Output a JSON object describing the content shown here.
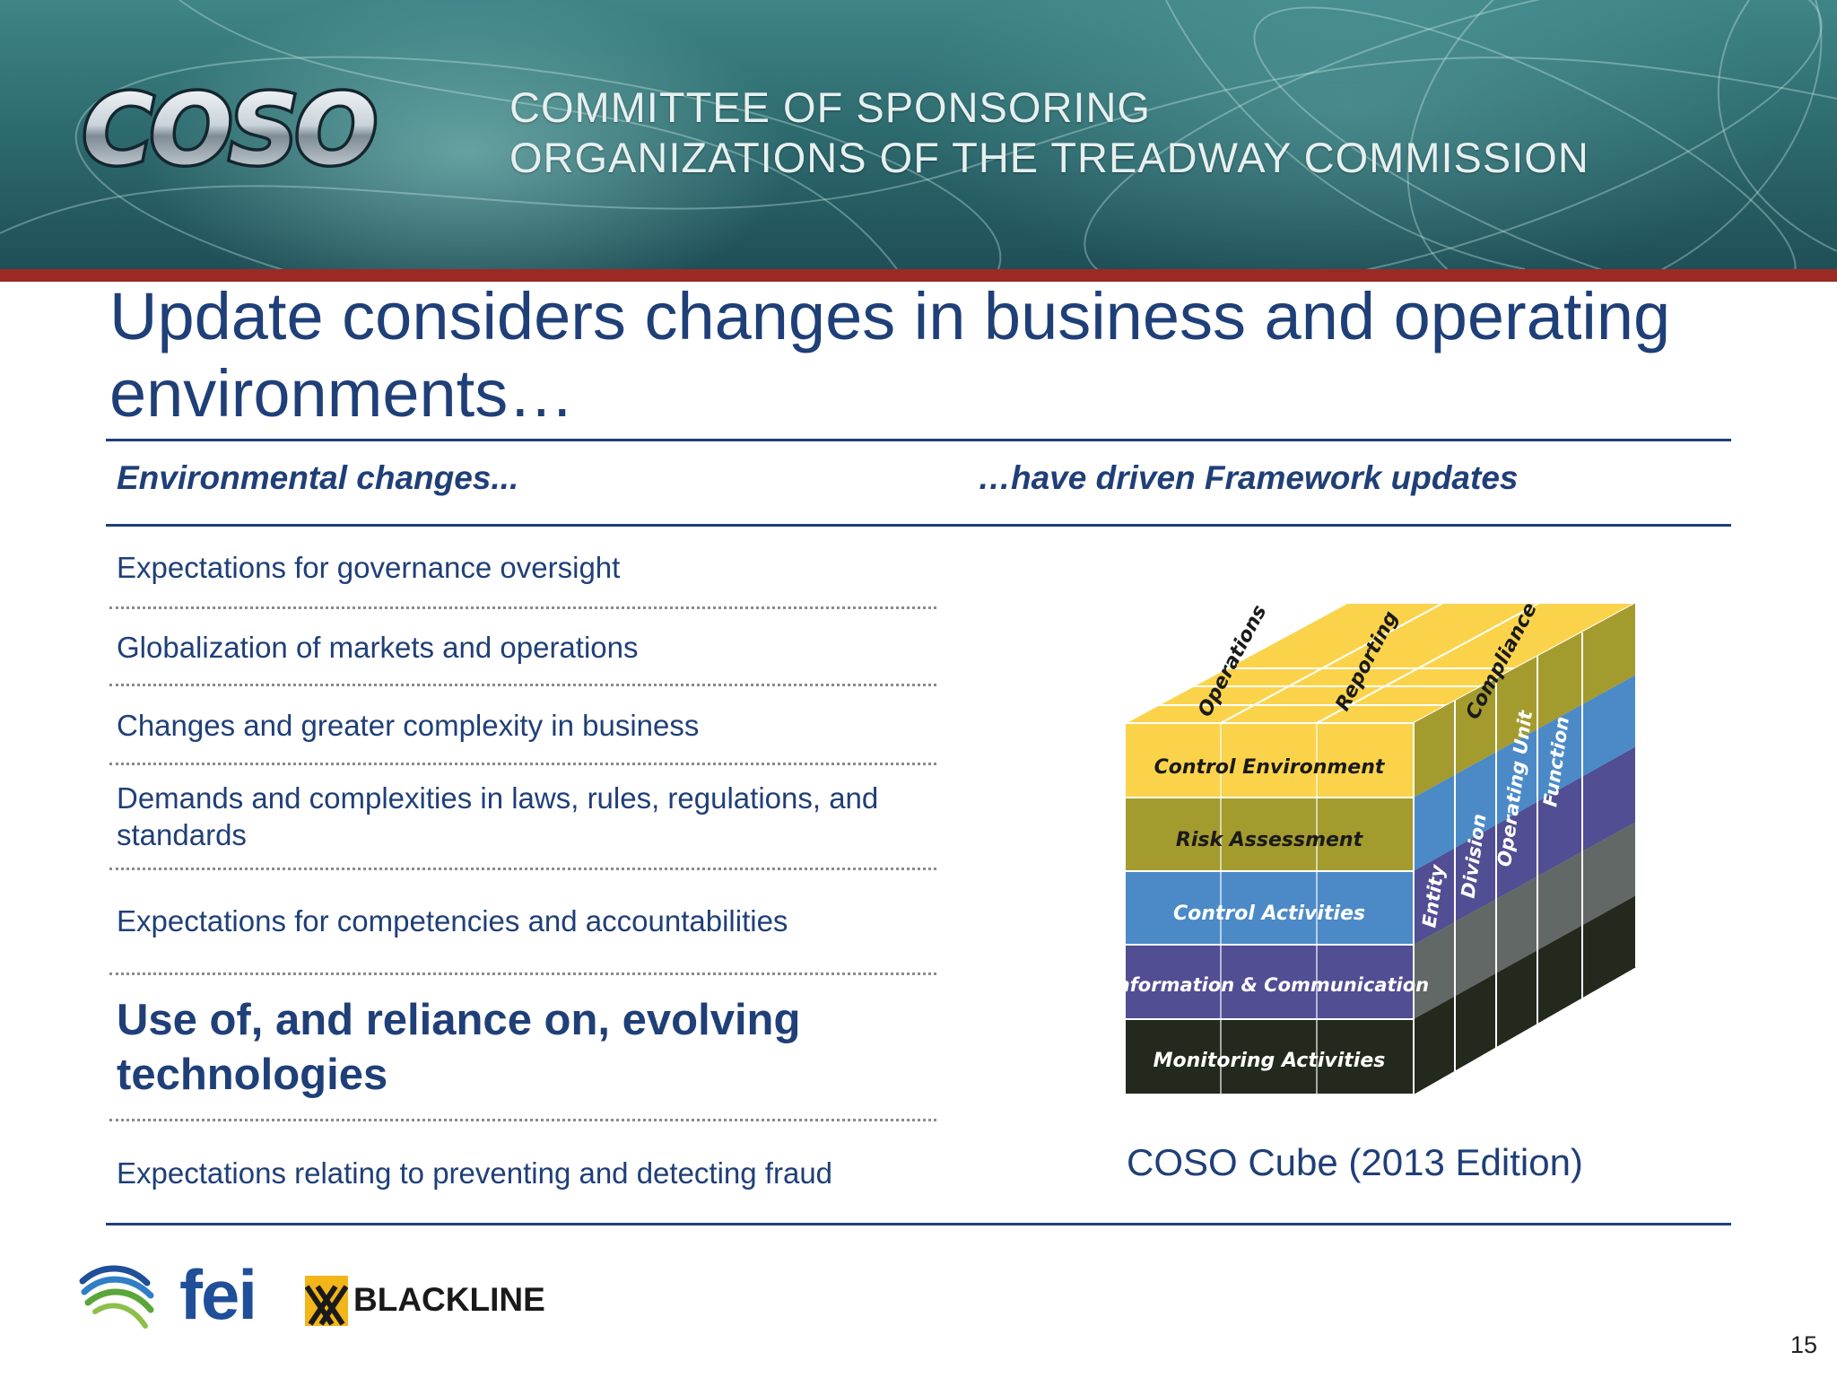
{
  "header": {
    "logo_text": "COSO",
    "committee_line1": "COMMITTEE OF SPONSORING",
    "committee_line2": "ORGANIZATIONS OF THE TREADWAY COMMISSION"
  },
  "slide": {
    "title_line1": "Update considers changes in business and operating",
    "title_line2": "environments…",
    "left_header": "Environmental changes...",
    "right_header": "…have driven Framework updates",
    "items": [
      "Expectations for governance oversight",
      "Globalization of markets and operations",
      "Changes and greater complexity in business",
      "Demands and complexities in laws, rules, regulations, and standards",
      "Expectations for competencies and accountabilities",
      "Use of, and reliance on, evolving technologies",
      "Expectations relating to preventing and detecting fraud"
    ]
  },
  "cube": {
    "top_labels": [
      "Operations",
      "Reporting",
      "Compliance"
    ],
    "front_rows": [
      {
        "label": "Control Environment",
        "color": "#fbd34b"
      },
      {
        "label": "Risk Assessment",
        "color": "#a49b2e"
      },
      {
        "label": "Control Activities",
        "color": "#4b8ac7"
      },
      {
        "label": "Information & Communication",
        "color": "#514e93"
      },
      {
        "label": "Monitoring Activities",
        "color": "#23291c"
      }
    ],
    "side_labels": [
      "Entity",
      "Division",
      "Operating Unit",
      "Function"
    ],
    "caption": "COSO Cube (2013 Edition)"
  },
  "footer": {
    "fei_label": "fei",
    "blackline_label": "BLACKLINE",
    "page_number": "15"
  },
  "colors": {
    "title_blue": "#1f3f78",
    "banner_teal": "#2e6c70",
    "banner_stripe": "#9b2a25"
  }
}
